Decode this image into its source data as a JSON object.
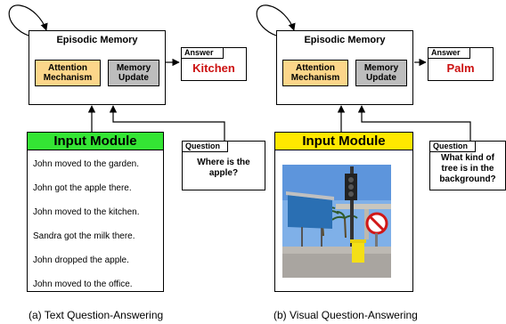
{
  "colors": {
    "attention": "#fcd68a",
    "memory_update": "#bdbdbd",
    "input_module_text": "#34e534",
    "input_module_visual": "#ffe800",
    "answer_text": "#cc1111"
  },
  "left": {
    "episodic_memory_title": "Episodic Memory",
    "attention_label": "Attention Mechanism",
    "memory_update_label": "Memory Update",
    "answer_tab": "Answer",
    "answer_value": "Kitchen",
    "input_module_title": "Input Module",
    "question_tab": "Question",
    "question_text": "Where is the apple?",
    "sentences": [
      "John moved to the garden.",
      "John got the apple there.",
      "John moved to the kitchen.",
      "Sandra got the milk there.",
      "John dropped the apple.",
      "John moved to the office."
    ],
    "caption": "(a) Text Question-Answering"
  },
  "right": {
    "episodic_memory_title": "Episodic Memory",
    "attention_label": "Attention Mechanism",
    "memory_update_label": "Memory Update",
    "answer_tab": "Answer",
    "answer_value": "Palm",
    "input_module_title": "Input Module",
    "question_tab": "Question",
    "question_text": "What kind of tree is in the background?",
    "image_icon": "street-photo",
    "caption": "(b) Visual Question-Answering"
  }
}
